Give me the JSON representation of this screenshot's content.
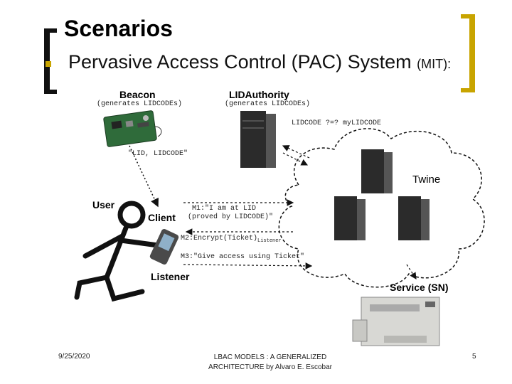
{
  "slide": {
    "title": "Scenarios",
    "subtitle_main": "Pervasive Access Control (PAC) System ",
    "subtitle_small": "(MIT):",
    "accent_color": "#c8a400"
  },
  "diagram": {
    "beacon_label": "Beacon",
    "beacon_caption": "(generates LIDCODEs)",
    "beacon_msg": "\"LID, LIDCODE\"",
    "authority_label": "LIDAuthority",
    "authority_caption": "(generates LIDCODEs)",
    "authority_msg": "LIDCODE ?=? myLIDCODE",
    "twine_label": "Twine",
    "user_label": "User",
    "client_label": "Client",
    "listener_label": "Listener",
    "service_label": "Service (SN)",
    "m1_line1": "M1:\"I am at LID",
    "m1_line2": "(proved by LIDCODE)\"",
    "m2": "M2:Encrypt(Ticket)",
    "m2_sub": "Listener",
    "m3": "M3:\"Give access using Ticket\""
  },
  "footer": {
    "date": "9/25/2020",
    "center_line1": "LBAC MODELS : A GENERALIZED",
    "center_line2": "ARCHITECTURE by Alvaro E. Escobar",
    "page": "5"
  }
}
